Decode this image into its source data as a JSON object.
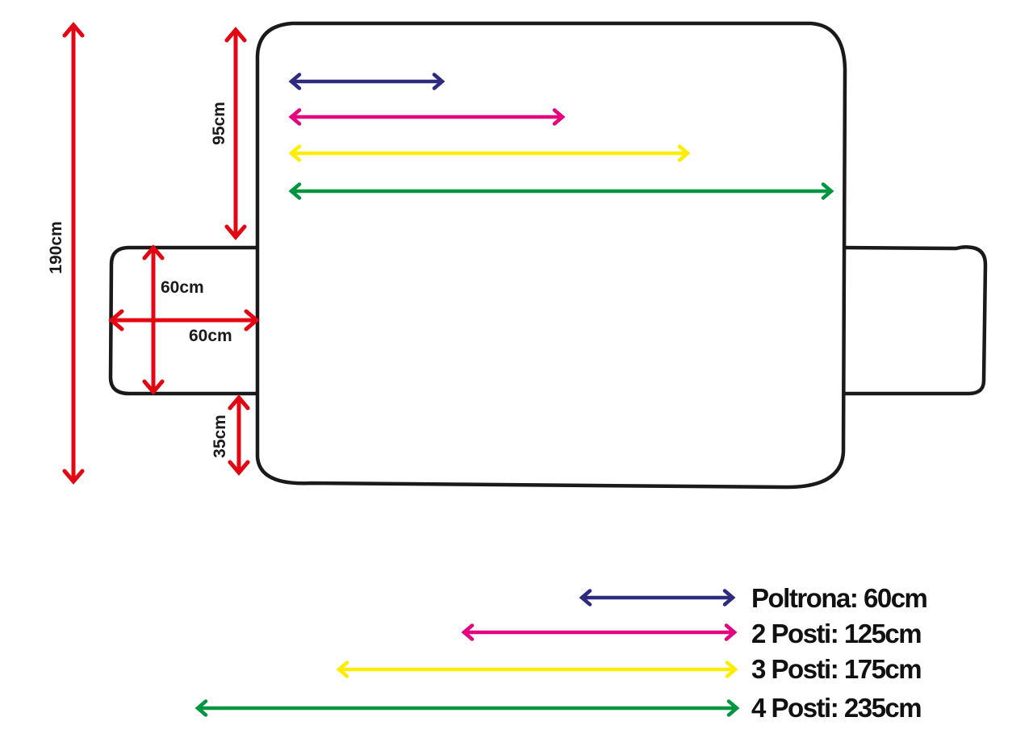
{
  "colors": {
    "outline": "#1a1a1a",
    "dimension": "#e30613",
    "poltrona": "#2e2a7e",
    "due_posti": "#e5007d",
    "tre_posti": "#ffed00",
    "quattro_posti": "#009640"
  },
  "dimensions": {
    "total_height": "190cm",
    "back_height": "95cm",
    "armrest_height": "60cm",
    "armrest_width": "60cm",
    "bottom_gap": "35cm"
  },
  "legend": [
    {
      "label": "Poltrona: 60cm",
      "color_key": "poltrona"
    },
    {
      "label": "2 Posti: 125cm",
      "color_key": "due_posti"
    },
    {
      "label": "3 Posti: 175cm",
      "color_key": "tre_posti"
    },
    {
      "label": "4 Posti: 235cm",
      "color_key": "quattro_posti"
    }
  ]
}
